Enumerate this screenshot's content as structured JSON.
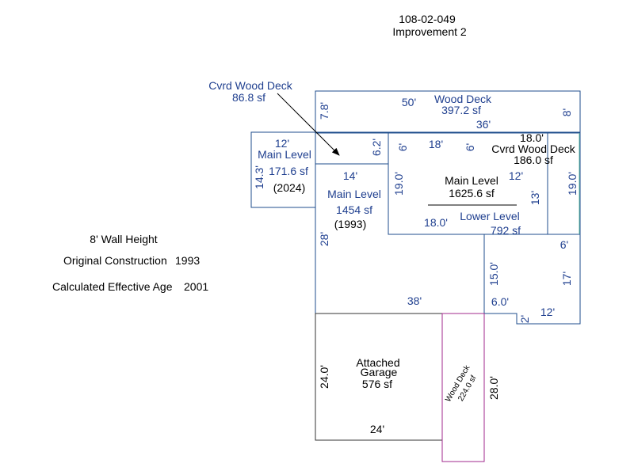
{
  "header": {
    "parcel": "108-02-049",
    "improvement": "Improvement 2"
  },
  "info": {
    "wall_height": "8' Wall Height",
    "orig_label": "Original Construction",
    "orig_year": "1993",
    "eff_label": "Calculated Effective Age",
    "eff_year": "2001"
  },
  "colors": {
    "outline_blue": "#1f4e8c",
    "outline_black": "#333333",
    "deck_purple": "#a0288c",
    "text_blue": "#1f3f8f",
    "text_black": "#000000"
  },
  "areas": {
    "cvrd_deck_small": {
      "name": "Cvrd Wood Deck",
      "area": "86.8 sf"
    },
    "wood_deck_top": {
      "name": "Wood Deck",
      "area": "397.2 sf"
    },
    "main_2024": {
      "name": "Main Level",
      "area": "171.6 sf",
      "year": "(2024)"
    },
    "main_1993": {
      "name": "Main Level",
      "area": "1454 sf",
      "year": "(1993)"
    },
    "main_upper": {
      "name": "Main Level",
      "area": "1625.6 sf"
    },
    "lower_level": {
      "name": "Lower Level",
      "area": "792 sf"
    },
    "cvrd_deck_right": {
      "name": "Cvrd Wood Deck",
      "area": "186.0 sf"
    },
    "garage": {
      "name1": "Attached",
      "name2": "Garage",
      "area": "576 sf"
    },
    "wood_deck_side": {
      "name": "Wood Deck",
      "area": "224.0 sf"
    }
  },
  "dims": {
    "d_7_8": "7.8'",
    "d_50": "50'",
    "d_8": "8'",
    "d_36": "36'",
    "d_12_top": "12'",
    "d_14_3": "14.3'",
    "d_6_2": "6.2'",
    "d_14": "14'",
    "d_6a": "6'",
    "d_18": "18'",
    "d_6b": "6'",
    "d_18_0_top": "18.0'",
    "d_19_0_left": "19.0'",
    "d_19_0_right": "19.0'",
    "d_12_mid": "12'",
    "d_13": "13'",
    "d_18_0_mid": "18.0'",
    "d_28": "28'",
    "d_6_right": "6'",
    "d_15_0": "15.0'",
    "d_17": "17'",
    "d_38": "38'",
    "d_6_0": "6.0'",
    "d_2": "2'",
    "d_12_bottom": "12'",
    "d_24_0": "24.0'",
    "d_24": "24'",
    "d_28_0": "28.0'"
  }
}
